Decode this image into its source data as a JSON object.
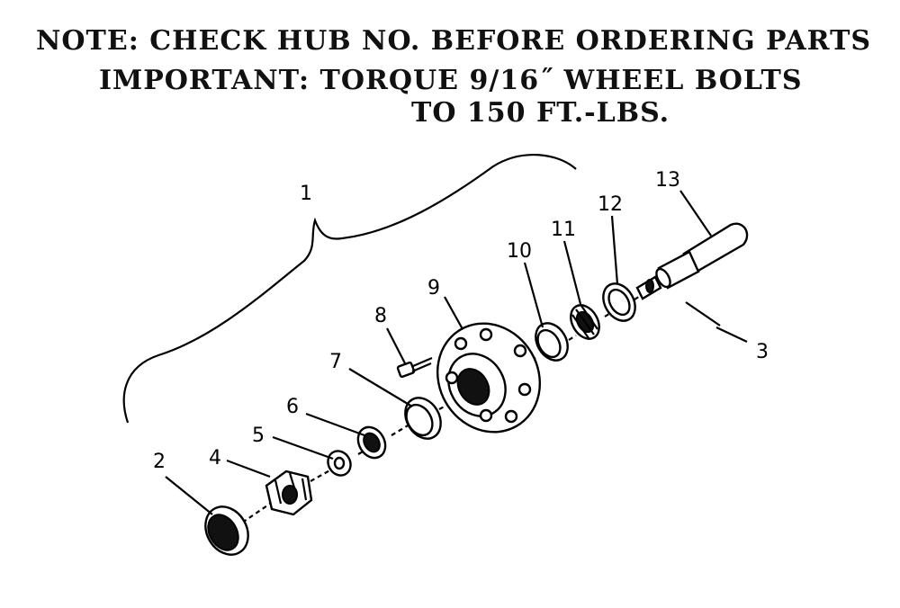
{
  "notes": {
    "line1": "NOTE: CHECK HUB NO. BEFORE ORDERING PARTS",
    "line2": "IMPORTANT: TORQUE 9/16˝ WHEEL BOLTS",
    "line3": "TO 150 FT.-LBS."
  },
  "callouts": {
    "c1": "1",
    "c2": "2",
    "c3": "3",
    "c4": "4",
    "c5": "5",
    "c6": "6",
    "c7": "7",
    "c8": "8",
    "c9": "9",
    "c10": "10",
    "c11": "11",
    "c12": "12",
    "c13": "13"
  }
}
